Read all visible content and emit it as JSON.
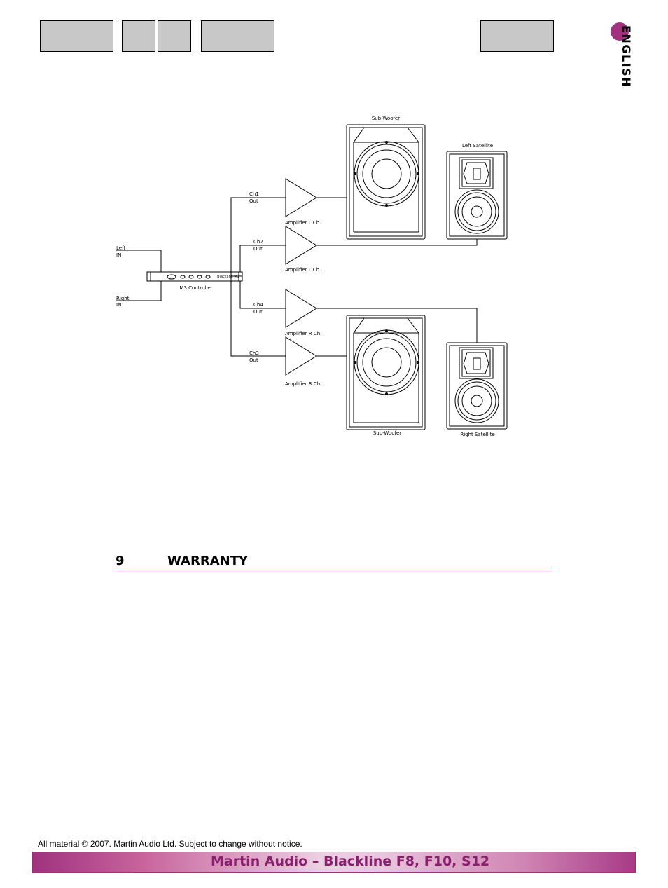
{
  "header": {
    "language_label": "ENGLISH"
  },
  "diagram": {
    "sub_top_label": "Sub-Woofer",
    "left_satellite_label": "Left Satellite",
    "sub_bottom_label": "Sub-Woofer",
    "right_satellite_label": "Right Satellite",
    "left_in_label": "Left",
    "left_in_sub": "IN",
    "right_in_label": "Right",
    "right_in_sub": "IN",
    "controller_badge": "Blackline M3",
    "controller_label": "M3 Controller",
    "ch1_label": "Ch1",
    "ch1_sub": "Out",
    "ch2_label": "Ch2",
    "ch2_sub": "Out",
    "ch4_label": "Ch4",
    "ch4_sub": "Out",
    "ch3_label": "Ch3",
    "ch3_sub": "Out",
    "amp1_label": "Amplifier L Ch.",
    "amp2_label": "Amplifier L Ch.",
    "amp3_label": "Amplifier R Ch.",
    "amp4_label": "Amplifier R Ch."
  },
  "section": {
    "number": "9",
    "title": "WARRANTY"
  },
  "footer": {
    "copyright": "All material © 2007. Martin Audio Ltd. Subject to change without notice.",
    "title": "Martin Audio – Blackline F8, F10, S12"
  },
  "colors": {
    "accent": "#a0327f",
    "tab_fill": "#c8c8c8"
  }
}
